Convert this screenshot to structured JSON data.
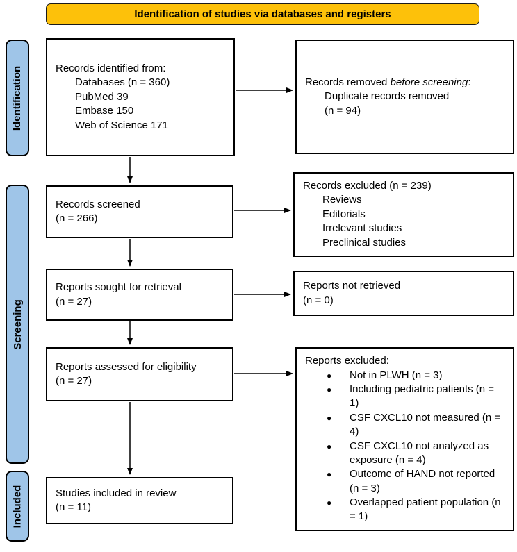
{
  "header": {
    "title": "Identification of studies via databases and registers"
  },
  "colors": {
    "header_bg": "#FDC10A",
    "stage_bg": "#9FC5E8",
    "box_border": "#000000",
    "box_bg": "#FFFFFF"
  },
  "stages": [
    {
      "label": "Identification"
    },
    {
      "label": "Screening"
    },
    {
      "label": "Included"
    }
  ],
  "boxes": {
    "records_identified": {
      "title": "Records identified from:",
      "lines": [
        "Databases (n = 360)",
        "PubMed 39",
        "Embase 150",
        "Web of Science 171"
      ]
    },
    "records_removed": {
      "title_prefix": "Records removed ",
      "title_italic": "before screening",
      "title_suffix": ":",
      "lines": [
        "Duplicate records removed",
        "(n = 94)"
      ]
    },
    "records_screened": {
      "lines": [
        "Records screened",
        "(n = 266)"
      ]
    },
    "records_excluded": {
      "title": "Records excluded (n = 239)",
      "lines": [
        "Reviews",
        "Editorials",
        "Irrelevant studies",
        "Preclinical studies"
      ]
    },
    "reports_sought": {
      "lines": [
        "Reports sought for retrieval",
        "(n = 27)"
      ]
    },
    "reports_not_retrieved": {
      "lines": [
        "Reports not retrieved",
        "(n = 0)"
      ]
    },
    "reports_assessed": {
      "lines": [
        "Reports assessed for eligibility",
        "(n = 27)"
      ]
    },
    "reports_excluded": {
      "title": "Reports excluded:",
      "bullet_glyph": "●",
      "bullets": [
        "Not in PLWH (n = 3)",
        "Including pediatric patients (n = 1)",
        "CSF CXCL10 not measured (n = 4)",
        "CSF CXCL10 not analyzed as exposure (n = 4)",
        "Outcome of HAND not reported (n = 3)",
        "Overlapped patient population (n = 1)"
      ]
    },
    "studies_included": {
      "lines": [
        "Studies included in review",
        "(n = 11)"
      ]
    }
  }
}
